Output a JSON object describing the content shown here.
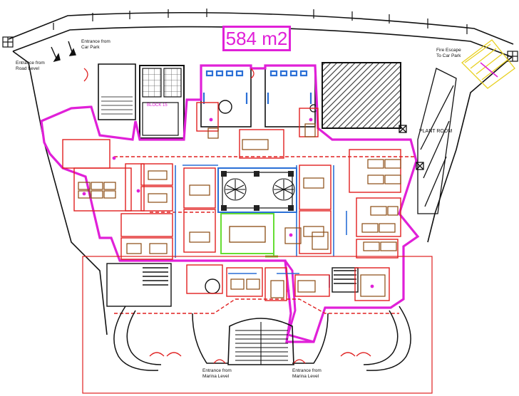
{
  "area_label": "584 m2",
  "labels": {
    "entrance_car_park": [
      "Entrance from",
      "Car Park"
    ],
    "entrance_road": [
      "Entrance from",
      "Road Level"
    ],
    "fire_escape": [
      "Fire Escape",
      "To Car Park"
    ],
    "block": "BLOCK 15",
    "plant_room": "PLANT ROOM",
    "entrance_marina_left": [
      "Entrance from",
      "Marina Level"
    ],
    "entrance_marina_right": [
      "Entrance from",
      "Marina Level"
    ]
  },
  "colors": {
    "boundary": "#e020d8",
    "walls": "#111111",
    "partitions": "#e02020",
    "glazing": "#2a6fd6",
    "furniture": "#8a4a10",
    "green_room": "#66dd33",
    "fire_escape": "#e8d020",
    "hatch": "#333333"
  }
}
